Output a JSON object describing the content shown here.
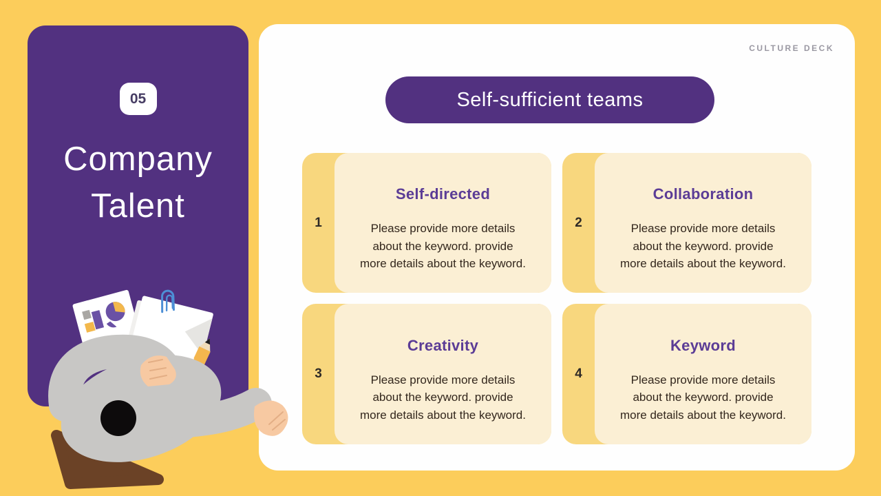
{
  "slide": {
    "eyebrow": "CULTURE DECK",
    "heading": "Self-sufficient teams"
  },
  "sidebar": {
    "number": "05",
    "title_lines": [
      "Company",
      "Talent"
    ]
  },
  "cards": [
    {
      "number": "1",
      "title": "Self-directed",
      "body_lines": [
        "Please provide more details",
        "about the keyword. provide",
        "more details about the keyword."
      ]
    },
    {
      "number": "2",
      "title": "Collaboration",
      "body_lines": [
        "Please provide more details",
        "about the keyword. provide",
        "more details about the keyword."
      ]
    },
    {
      "number": "3",
      "title": "Creativity",
      "body_lines": [
        "Please provide more details",
        "about the keyword. provide",
        "more details about the keyword."
      ]
    },
    {
      "number": "4",
      "title": "Keyword",
      "body_lines": [
        "Please provide more details",
        "about the keyword. provide",
        "more details about the keyword."
      ]
    }
  ],
  "illustration": {
    "name": "person-working-top-view-illustration"
  },
  "colors": {
    "background": "#FCCD5B",
    "primary_purple": "#523180",
    "card_tab_yellow": "#F8D77E",
    "card_body_cream": "#FBEFD4",
    "card_title_purple": "#5B3C96",
    "body_text": "#33271D",
    "eyebrow_gray": "#9B99A3",
    "panel_white": "#FEFEFE"
  }
}
